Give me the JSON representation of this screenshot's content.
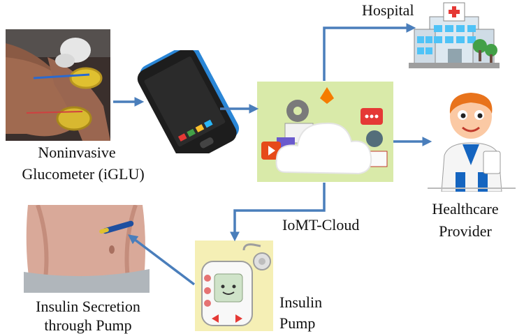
{
  "labels": {
    "hospital": "Hospital",
    "glucometer_line1": "Noninvasive",
    "glucometer_line2": "Glucometer  (iGLU)",
    "cloud": "IoMT-Cloud",
    "provider_line1": "Healthcare",
    "provider_line2": "Provider",
    "pump_line1": "Insulin",
    "pump_line2": "Pump",
    "secretion_line1": "Insulin Secretion",
    "secretion_line2": "through Pump"
  },
  "colors": {
    "arrow": "#4a7ebb",
    "phone_body": "#2a86d6",
    "cloud_panel": "#d9eaa9",
    "pump_panel": "#f5efb5",
    "hospital_wall": "#dde8f0",
    "skin": "#d9a999"
  }
}
